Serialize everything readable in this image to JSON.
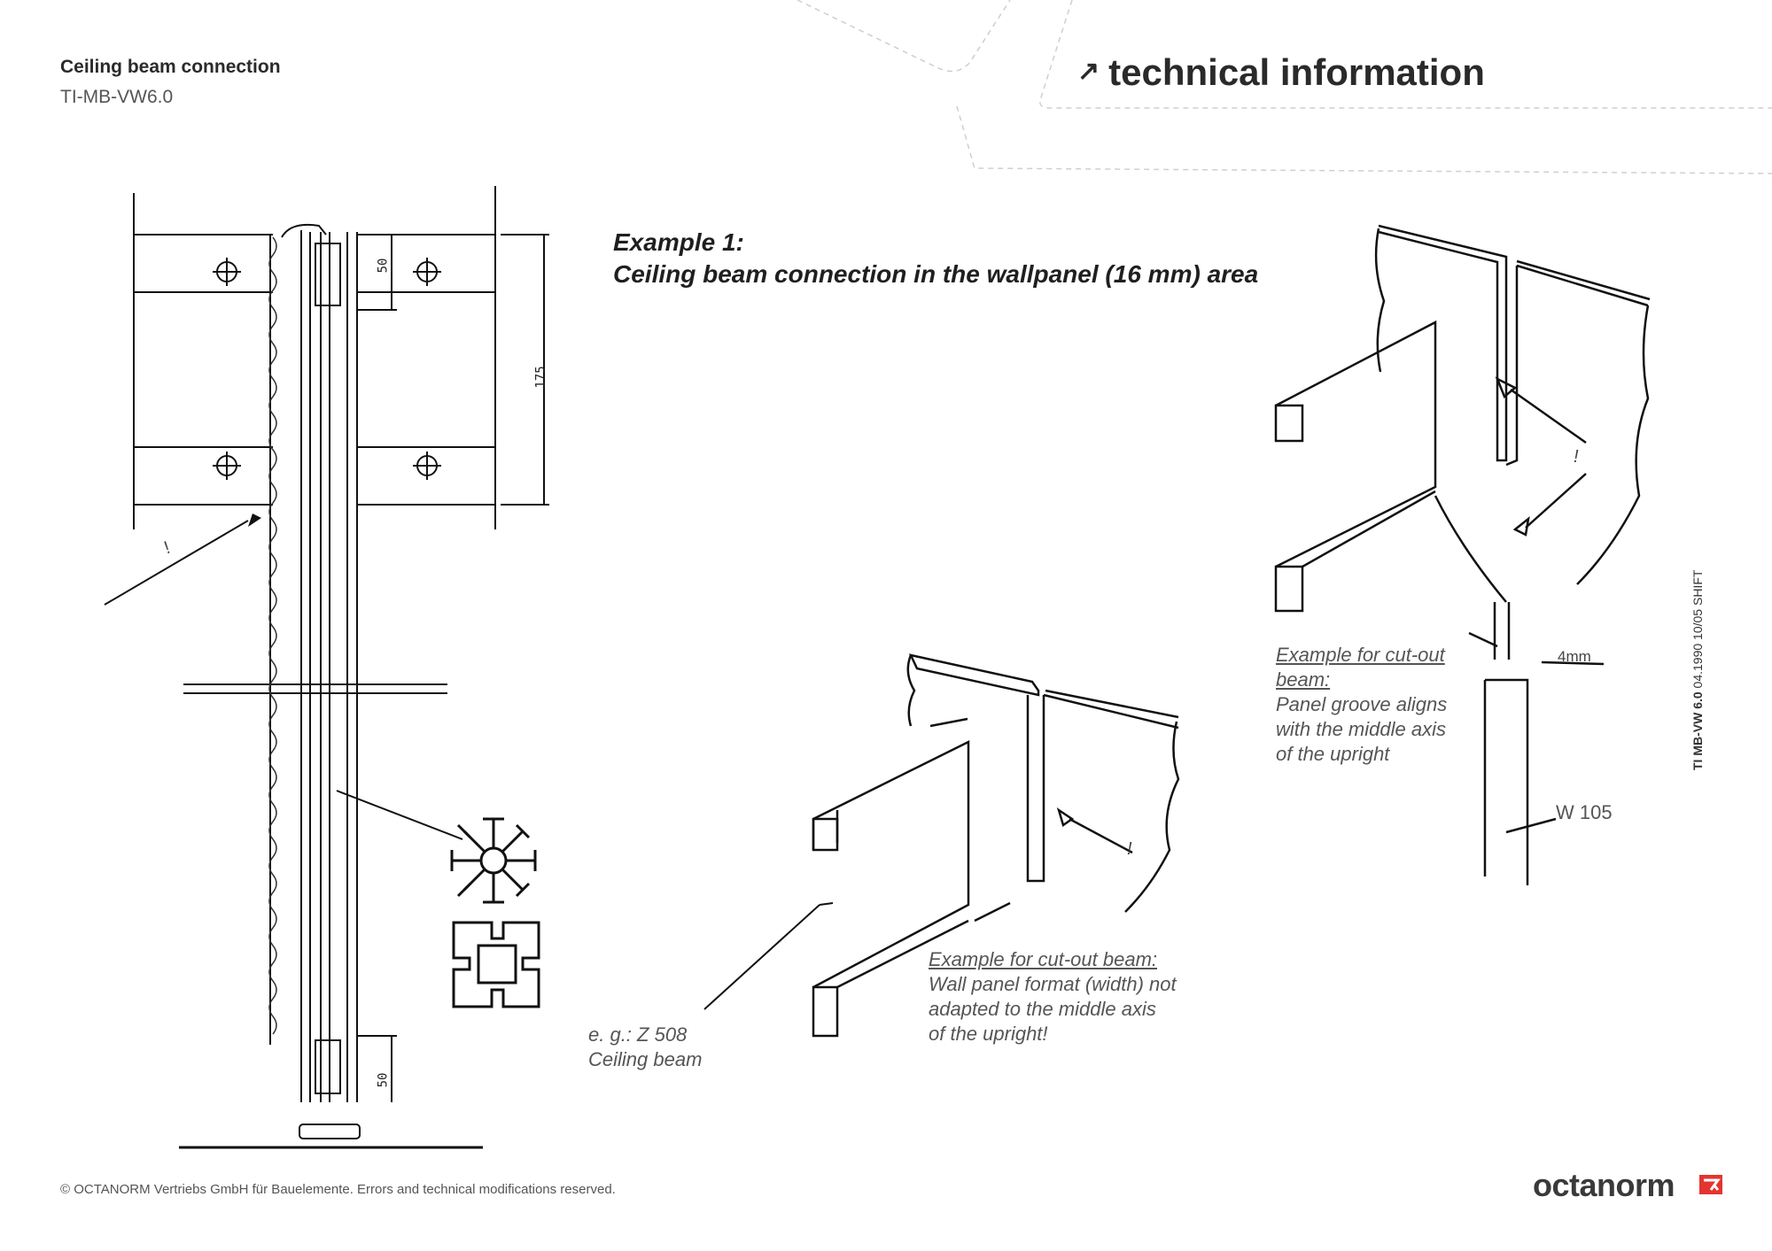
{
  "header": {
    "title": "Ceiling beam connection",
    "code": "TI-MB-VW6.0",
    "section": "technical information",
    "section_arrow": "arrow-up-right-icon"
  },
  "example": {
    "line1": "Example 1:",
    "line2": "Ceiling beam connection in the wallpanel (16 mm) area"
  },
  "labels": {
    "dim_50_top": "50",
    "dim_175": "175",
    "dim_50_bottom": "50",
    "exclamation": "!",
    "dim_4mm": "4mm",
    "w105": "W 105",
    "ceiling_beam_line1": "e. g.: Z 508",
    "ceiling_beam_line2": "Ceiling beam"
  },
  "note_middle": {
    "line1": "Example for cut-out beam:",
    "line2": "Wall panel format (width) not",
    "line3": "adapted to the middle axis",
    "line4": "of the upright!"
  },
  "note_right": {
    "line1": "Example for cut-out",
    "line2": "beam:",
    "line3": "Panel groove aligns",
    "line4": "with the middle axis",
    "line5": "of the upright"
  },
  "side_reference": {
    "bold": "TI MB-VW 6.0",
    "rest": " 04.1990 10/05 SHIFT"
  },
  "footer": {
    "copyright": "© OCTANORM Vertriebs GmbH für Bauelemente. Errors and technical modifications reserved.",
    "brand": "octanorm"
  },
  "colors": {
    "text": "#1f1f1f",
    "muted": "#555555",
    "brand_red": "#e3342f",
    "line": "#111111"
  }
}
